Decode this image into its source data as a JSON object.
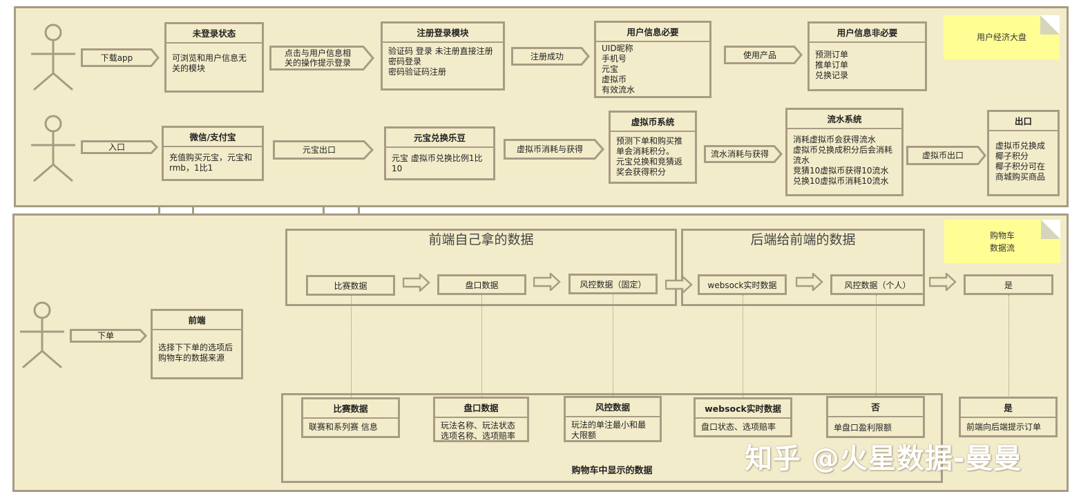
{
  "top": {
    "row1": {
      "arrow_download": "下载app",
      "box_unlogged": {
        "title": "未登录状态",
        "lines": [
          "可浏览和用户信息无",
          "关的模块"
        ]
      },
      "arrow_click": [
        "点击与用户信息相",
        "关的操作提示登录"
      ],
      "box_register": {
        "title": "注册登录模块",
        "lines": [
          "验证码 登录 未注册直接注册",
          "密码登录",
          "密码验证码注册"
        ]
      },
      "arrow_registered": "注册成功",
      "box_user_required": {
        "title": "用户信息必要",
        "lines": [
          "UID昵称",
          "手机号",
          "元宝",
          "虚拟币",
          "有效流水"
        ]
      },
      "arrow_use": "使用产品",
      "box_user_optional": {
        "title": "用户信息非必要",
        "lines": [
          "预测订单",
          "推单订单",
          "兑换记录"
        ]
      },
      "note": "用户经济大盘"
    },
    "row2": {
      "arrow_entry": "入口",
      "box_wechat": {
        "title": "微信/支付宝",
        "lines": [
          "充值购买元宝，元宝和",
          "rmb，1比1"
        ]
      },
      "arrow_yuanbao_out": "元宝出口",
      "box_exchange": {
        "title": "元宝兑换乐豆",
        "lines": [
          "元宝 虚拟币兑换比例1比",
          "10"
        ]
      },
      "arrow_virtual": "虚拟币消耗与获得",
      "box_virtual": {
        "title": "虚拟币系统",
        "lines": [
          "预测下单和购买推",
          "单会消耗积分。",
          "元宝兑换和竞猜返",
          "奖会获得积分"
        ]
      },
      "arrow_flow": "流水消耗与获得",
      "box_flow": {
        "title": "流水系统",
        "lines": [
          "消耗虚拟币会获得流水",
          "虚拟币兑换成积分后会消耗",
          "流水",
          "竞猜10虚拟币获得10流水",
          "兑换10虚拟币消耗10流水"
        ]
      },
      "arrow_virtual_out": "虚拟币出口",
      "box_exit": {
        "title": "出口",
        "lines": [
          "虚拟币兑换成",
          "椰子积分",
          "椰子积分可在",
          "商城购买商品"
        ]
      }
    }
  },
  "bottom": {
    "arrow_order": "下单",
    "box_frontend": {
      "title": "前端",
      "lines": [
        "选择下下单的选项后",
        "购物车的数据来源"
      ]
    },
    "group_frontend_title": "前端自己拿的数据",
    "group_backend_title": "后端给前端的数据",
    "flow": [
      "比赛数据",
      "盘口数据",
      "风控数据（固定）",
      "websock实时数据",
      "风控数据（个人）",
      "是"
    ],
    "note": [
      "购物车",
      "数据流"
    ],
    "cart_title": "购物车中显示的数据",
    "cart_boxes": [
      {
        "title": "比赛数据",
        "lines": [
          "联赛和系列赛 信息"
        ]
      },
      {
        "title": "盘口数据",
        "lines": [
          "玩法名称、玩法状态",
          "选项名称、选项赔率"
        ]
      },
      {
        "title": "风控数据",
        "lines": [
          "玩法的单注最小和最",
          "大限额"
        ]
      },
      {
        "title": "websock实时数据",
        "lines": [
          "盘口状态、选项赔率"
        ]
      },
      {
        "title": "否",
        "lines": [
          "单盘口盈利限额"
        ]
      }
    ],
    "box_yes": {
      "title": "是",
      "lines": [
        "前端向后端提示订单"
      ]
    }
  },
  "watermark": "知乎 @火星数据-曼曼"
}
